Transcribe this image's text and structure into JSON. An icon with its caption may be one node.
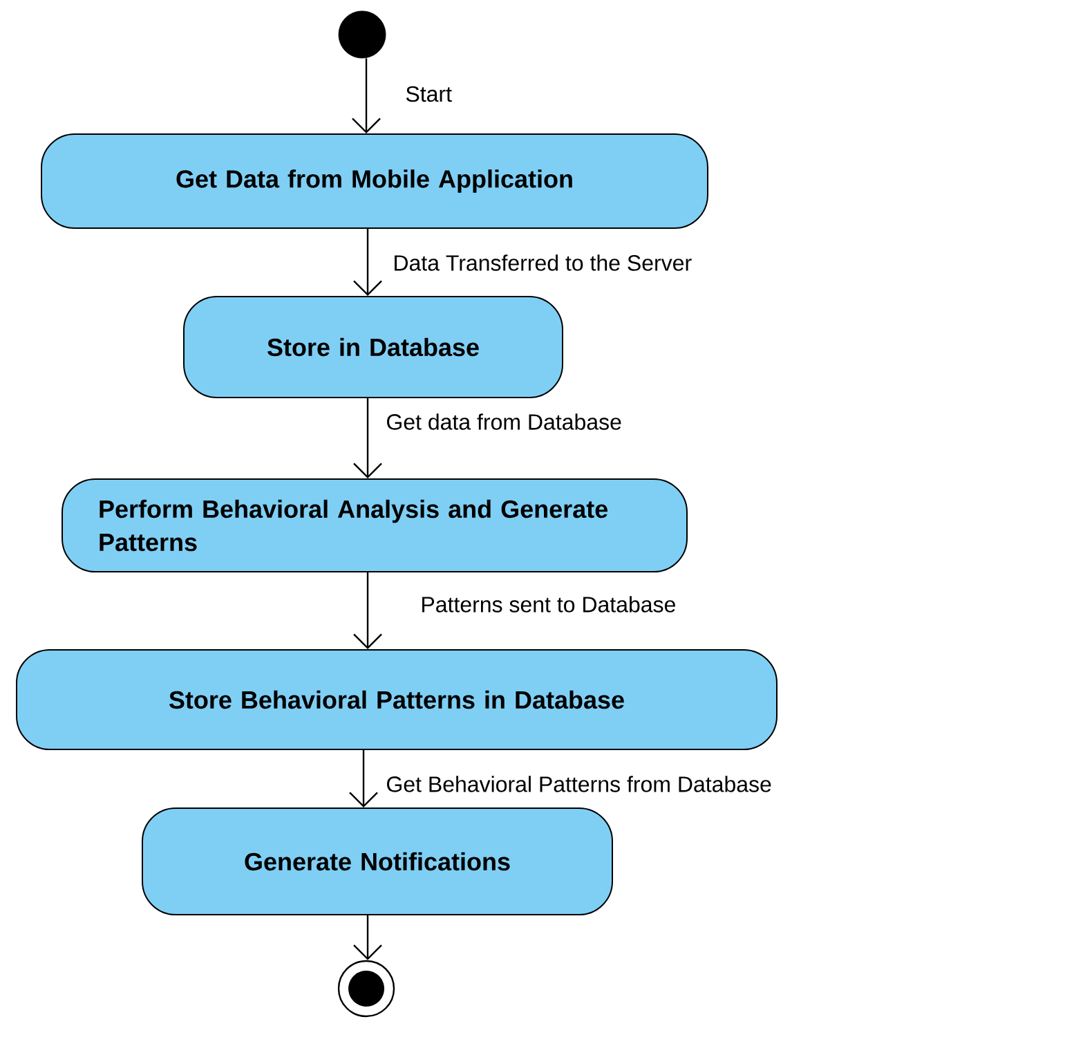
{
  "diagram": {
    "nodes": [
      {
        "text": [],
        "shape": "circle"
      },
      {
        "text": [
          "Get Data from Mobile Application"
        ]
      },
      {
        "text": [
          "Store in Database"
        ]
      },
      {
        "text": [
          "Perform Behavioral Analysis and Generate Patterns"
        ]
      },
      {
        "text": [
          "Store Behavioral Patterns in Database"
        ]
      },
      {
        "text": [
          "Generate Notifications"
        ]
      },
      {
        "text": [],
        "shape": "circle"
      }
    ],
    "edges": [
      {
        "from": 0,
        "to": 1,
        "arrow": "to",
        "label": "Start"
      },
      {
        "from": 1,
        "to": 2,
        "arrow": "to",
        "label": "Data Transferred to the Server"
      },
      {
        "from": 2,
        "to": 3,
        "arrow": "to",
        "label": "Get data from Database"
      },
      {
        "from": 3,
        "to": 4,
        "arrow": "to",
        "label": "Patterns sent to Database"
      },
      {
        "from": 4,
        "to": 5,
        "arrow": "to",
        "label": "Get Behavioral Patterns from Database"
      },
      {
        "from": 5,
        "to": 6,
        "arrow": "to"
      }
    ]
  }
}
